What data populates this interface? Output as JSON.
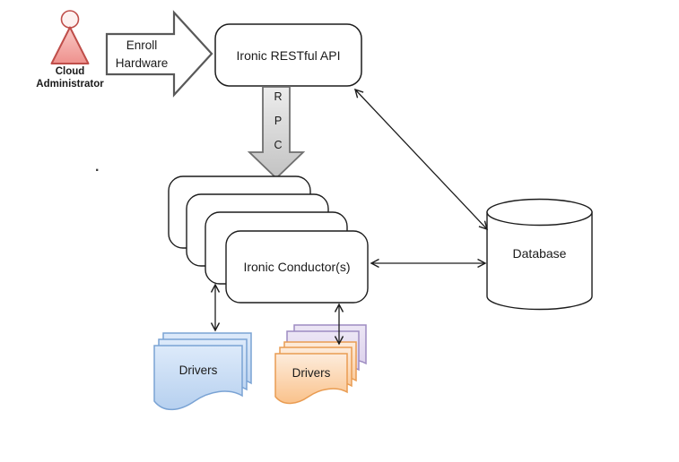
{
  "actor": {
    "icon": "person-icon",
    "label_line1": "Cloud",
    "label_line2": "Administrator"
  },
  "enroll_arrow": {
    "label_line1": "Enroll",
    "label_line2": "Hardware"
  },
  "api": {
    "label": "Ironic RESTful API"
  },
  "rpc": {
    "letters": [
      "R",
      "P",
      "C"
    ]
  },
  "conductor": {
    "label": "Ironic Conductor(s)",
    "stack_count": 4
  },
  "database": {
    "label": "Database"
  },
  "drivers_blue": {
    "label": "Drivers",
    "sheet_count": 3
  },
  "drivers_orange": {
    "label": "Drivers",
    "orange_sheet_count": 3,
    "purple_sheet_count": 2
  },
  "stray_mark": ".",
  "connections": [
    {
      "from": "cloud-administrator",
      "to": "ironic-restful-api",
      "label": "Enroll Hardware",
      "style": "block-arrow",
      "bidirectional": false
    },
    {
      "from": "ironic-restful-api",
      "to": "ironic-conductors",
      "label": "RPC",
      "style": "block-arrow",
      "bidirectional": false
    },
    {
      "from": "ironic-restful-api",
      "to": "database",
      "label": "",
      "style": "line",
      "bidirectional": true
    },
    {
      "from": "ironic-conductors",
      "to": "database",
      "label": "",
      "style": "line",
      "bidirectional": true
    },
    {
      "from": "ironic-conductors",
      "to": "drivers-blue",
      "label": "",
      "style": "line",
      "bidirectional": true
    },
    {
      "from": "ironic-conductors",
      "to": "drivers-orange",
      "label": "",
      "style": "line",
      "bidirectional": true
    }
  ],
  "colors": {
    "background": "#ffffff",
    "line": "#1c1c1c",
    "actor_fill_top": "#f9c9c6",
    "actor_fill_bottom": "#ee918d",
    "actor_border": "#bf4e4a",
    "enroll_arrow_border": "#595959",
    "rpc_fill_top": "#ededed",
    "rpc_fill_bottom": "#c2c2c2",
    "rpc_border": "#6f6f6f",
    "drivers_blue_fill_top": "#ddeafa",
    "drivers_blue_fill_bottom": "#b6d0ef",
    "drivers_blue_border": "#7aa3d4",
    "drivers_orange_fill_top": "#fdecdc",
    "drivers_orange_fill_bottom": "#fac28b",
    "drivers_orange_border": "#e99c52",
    "drivers_purple_fill_top": "#ece6f5",
    "drivers_purple_fill_bottom": "#d9cdea",
    "drivers_purple_border": "#9d8cc2"
  }
}
